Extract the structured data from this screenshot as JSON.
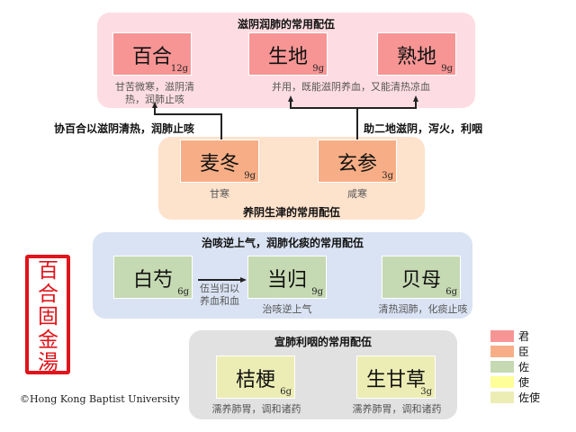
{
  "colors": {
    "jun": "#f79595",
    "chen": "#f7ae86",
    "zuo": "#c5d9b2",
    "shi": "#ffff9a",
    "zuoshi": "#ecedb4"
  },
  "groups": {
    "g1": {
      "title": "滋阴润肺的常用配伍",
      "herbs": [
        {
          "name": "百合",
          "dose": "12g"
        },
        {
          "name": "生地",
          "dose": "9g"
        },
        {
          "name": "熟地",
          "dose": "9g"
        }
      ],
      "note1": "甘苦微寒，滋阴清热，润肺止咳",
      "note2": "并用，既能滋阴养血，又能清热凉血"
    },
    "g2": {
      "title": "养阴生津的常用配伍",
      "herbs": [
        {
          "name": "麦冬",
          "dose": "9g",
          "note": "甘寒"
        },
        {
          "name": "玄参",
          "dose": "3g",
          "note": "咸寒"
        }
      ]
    },
    "g3": {
      "title": "治咳逆上气，润肺化痰的常用配伍",
      "herbs": [
        {
          "name": "白芍",
          "dose": "6g"
        },
        {
          "name": "当归",
          "dose": "9g",
          "note": "治咳逆上气"
        },
        {
          "name": "贝母",
          "dose": "6g",
          "note": "清热润肺，化痰止咳"
        }
      ],
      "arrow_label": "伍当归以养血和血"
    },
    "g4": {
      "title": "宣肺利咽的常用配伍",
      "herbs": [
        {
          "name": "桔梗",
          "dose": "6g",
          "note": "濡养肺胃，调和诸药"
        },
        {
          "name": "生甘草",
          "dose": "3g",
          "note": "濡养肺胃，调和诸药"
        }
      ]
    }
  },
  "arrow_labels": {
    "left": "协百合以滋阴清热，润肺止咳",
    "right": "助二地滋阴，泻火，利咽"
  },
  "legend": [
    {
      "label": "君"
    },
    {
      "label": "臣"
    },
    {
      "label": "佐"
    },
    {
      "label": "使"
    },
    {
      "label": "佐使"
    }
  ],
  "seal": "百合固金湯",
  "copyright": "©Hong Kong Baptist University"
}
